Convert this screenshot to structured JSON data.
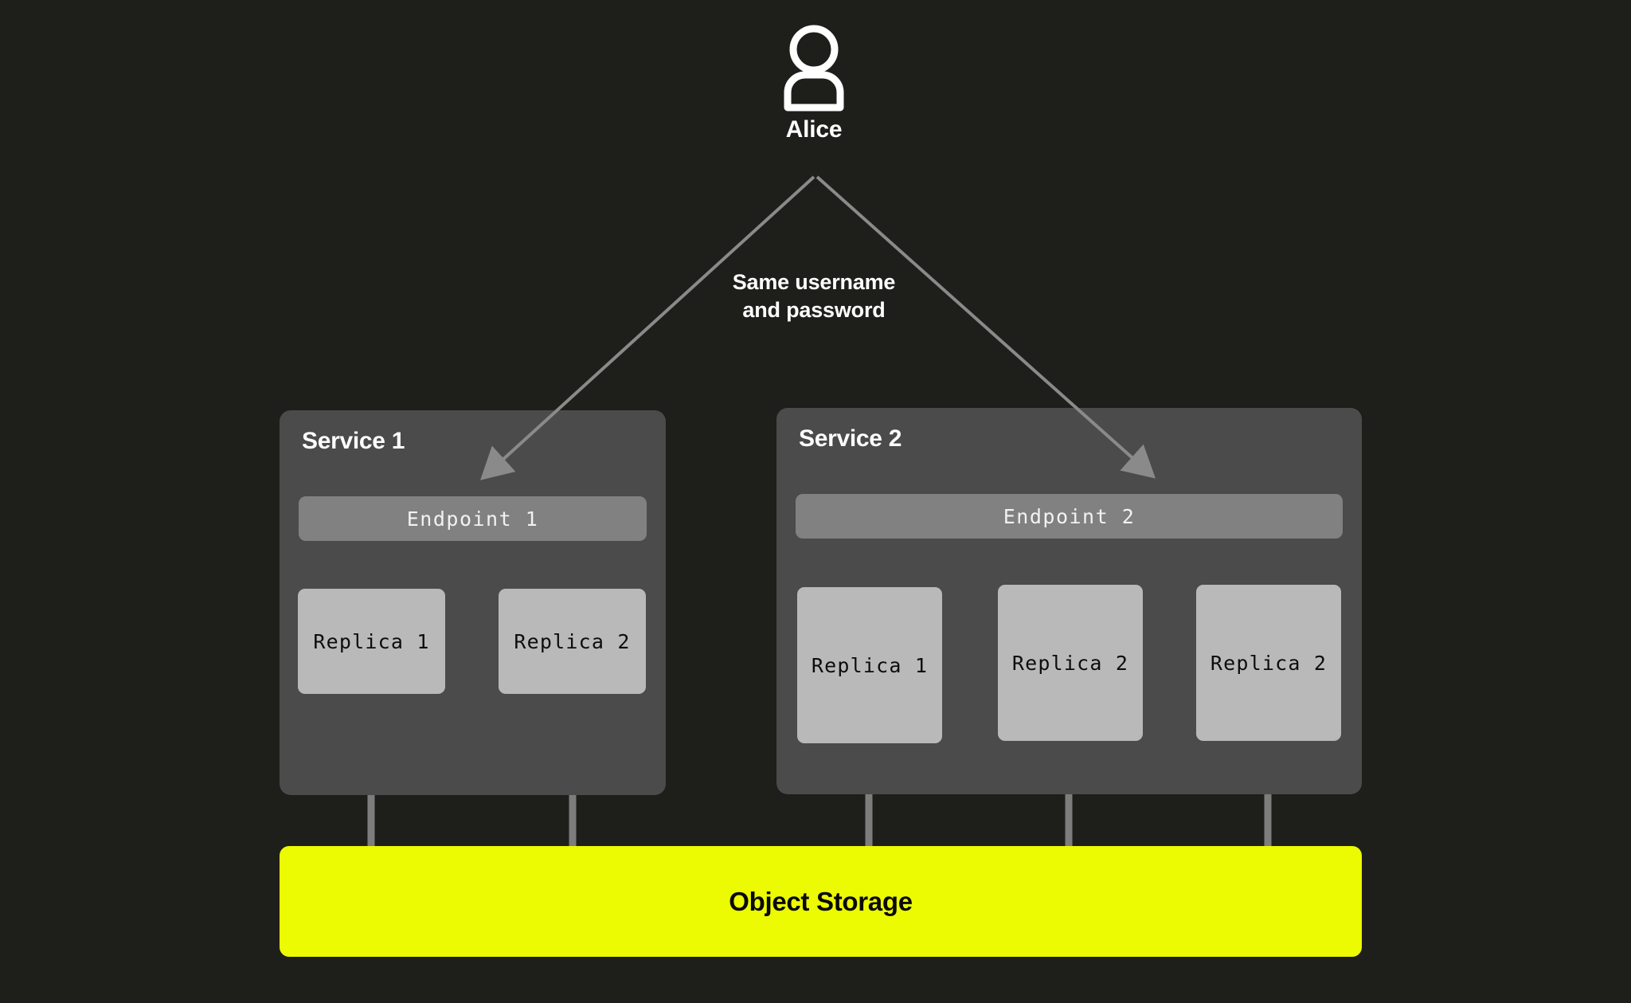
{
  "diagram": {
    "background_color": "#1e1f1a",
    "actor": {
      "icon": "user-avatar-icon",
      "label": "Alice"
    },
    "edge_caption": {
      "line1": "Same username",
      "line2": "and password"
    },
    "services": [
      {
        "title": "Service 1",
        "endpoint": "Endpoint 1",
        "replicas": [
          "Replica 1",
          "Replica 2"
        ]
      },
      {
        "title": "Service 2",
        "endpoint": "Endpoint 2",
        "replicas": [
          "Replica 1",
          "Replica 2",
          "Replica 2"
        ]
      }
    ],
    "storage": {
      "label": "Object Storage",
      "color": "#ecfa02"
    },
    "colors": {
      "panel": "#4b4b4b",
      "endpoint": "#818181",
      "replica": "#b9b9b9",
      "connector": "#7d7d7d",
      "arrow": "#8a8a8a",
      "text_light": "#ffffff",
      "text_dark": "#0a0a0a"
    }
  }
}
